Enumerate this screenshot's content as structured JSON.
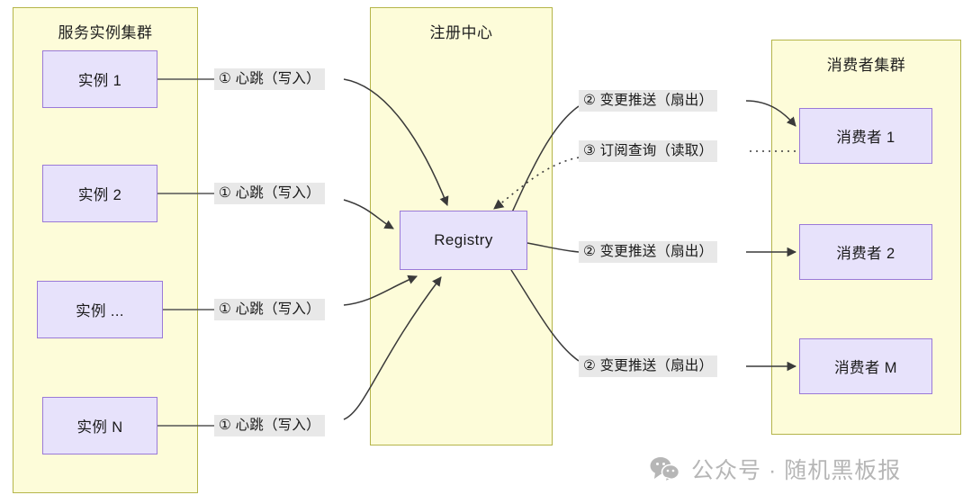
{
  "clusters": [
    {
      "id": "providers",
      "title": "服务实例集群"
    },
    {
      "id": "registry_center",
      "title": "注册中心"
    },
    {
      "id": "consumers",
      "title": "消费者集群"
    }
  ],
  "provider_nodes": [
    {
      "label": "实例 1"
    },
    {
      "label": "实例 2"
    },
    {
      "label": "实例 ..."
    },
    {
      "label": "实例 N"
    }
  ],
  "registry_node": {
    "label": "Registry"
  },
  "consumer_nodes": [
    {
      "label": "消费者 1"
    },
    {
      "label": "消费者 2"
    },
    {
      "label": "消费者 M"
    }
  ],
  "edge_labels": {
    "heartbeat_1": "① 心跳（写入）",
    "heartbeat_2": "① 心跳（写入）",
    "heartbeat_3": "① 心跳（写入）",
    "heartbeat_4": "① 心跳（写入）",
    "push_1": "② 变更推送（扇出）",
    "push_2": "② 变更推送（扇出）",
    "push_3": "② 变更推送（扇出）",
    "subscribe": "③ 订阅查询（读取）"
  },
  "watermark": {
    "icon": "wechat-icon",
    "text": "公众号 · 随机黑板报"
  },
  "colors": {
    "cluster_fill": "#fdfcd9",
    "cluster_border": "#b5b54a",
    "node_fill": "#e7e2fb",
    "node_border": "#9a79d8",
    "edge_stroke": "#3a3a3a",
    "label_bg": "#e8e8e8",
    "watermark": "#b6b6b6"
  }
}
